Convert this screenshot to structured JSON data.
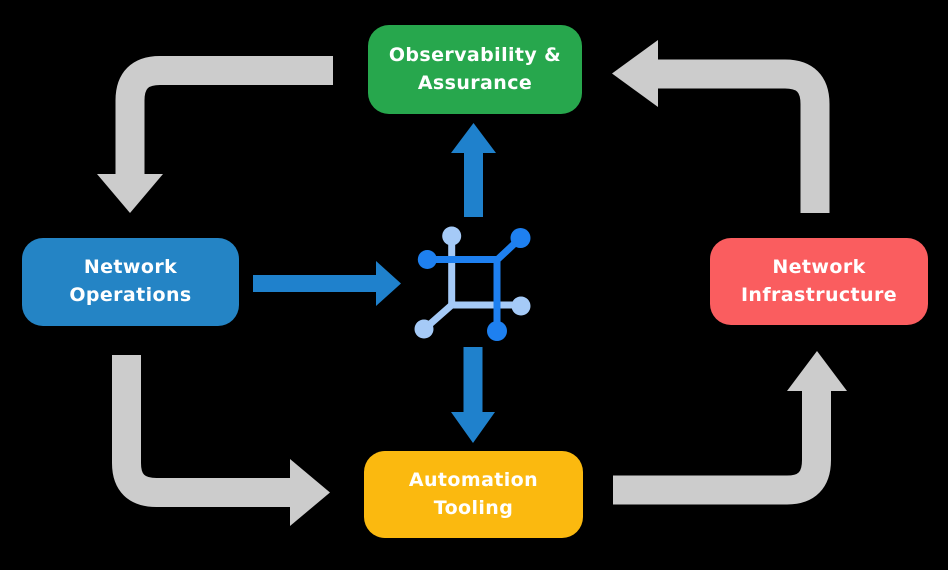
{
  "background_color": "#000000",
  "text_color": "#FFFFFF",
  "diagram": {
    "nodes": {
      "observability": {
        "label": "Observability &\nAssurance",
        "color": "#27A74D"
      },
      "operations": {
        "label": "Network\nOperations",
        "color": "#2484C5"
      },
      "infrastructure": {
        "label": "Network\nInfrastructure",
        "color": "#FA5D5F"
      },
      "automation": {
        "label": "Automation\nTooling",
        "color": "#FBB90F"
      }
    },
    "center_icon": {
      "name": "network-automation-icon",
      "dark_color": "#1E80F0",
      "light_color": "#A5CAF7"
    },
    "arrows": {
      "gray_color": "#CCCCCC",
      "blue_color": "#1F81CC",
      "cycle": [
        "observability-to-operations",
        "operations-to-automation",
        "automation-to-infrastructure",
        "infrastructure-to-observability"
      ],
      "center_links": [
        "operations-to-center",
        "center-to-observability",
        "center-to-automation"
      ]
    }
  }
}
